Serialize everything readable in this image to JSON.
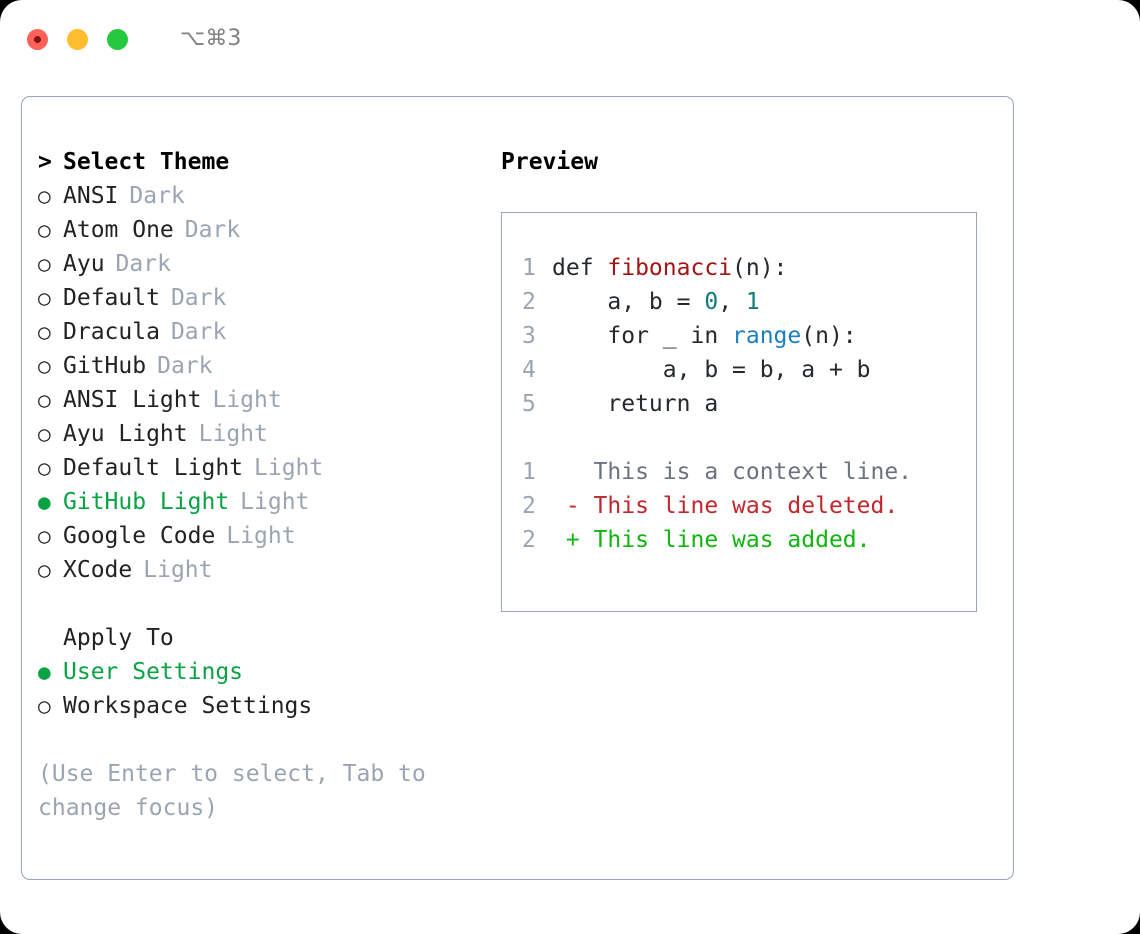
{
  "titlebar": {
    "shortcut": "⌥⌘3",
    "lights": [
      "close",
      "minimize",
      "maximize"
    ]
  },
  "theme_list": {
    "header": "Select Theme",
    "caret": ">",
    "marker_selected": "●",
    "marker_unselected": "○",
    "items": [
      {
        "label": "ANSI",
        "tag": "Dark",
        "selected": false
      },
      {
        "label": "Atom One",
        "tag": "Dark",
        "selected": false
      },
      {
        "label": "Ayu",
        "tag": "Dark",
        "selected": false
      },
      {
        "label": "Default",
        "tag": "Dark",
        "selected": false
      },
      {
        "label": "Dracula",
        "tag": "Dark",
        "selected": false
      },
      {
        "label": "GitHub",
        "tag": "Dark",
        "selected": false
      },
      {
        "label": "ANSI Light",
        "tag": "Light",
        "selected": false
      },
      {
        "label": "Ayu Light",
        "tag": "Light",
        "selected": false
      },
      {
        "label": "Default Light",
        "tag": "Light",
        "selected": false
      },
      {
        "label": "GitHub Light",
        "tag": "Light",
        "selected": true
      },
      {
        "label": "Google Code",
        "tag": "Light",
        "selected": false
      },
      {
        "label": "XCode",
        "tag": "Light",
        "selected": false
      }
    ]
  },
  "apply_to": {
    "header": "Apply To",
    "items": [
      {
        "label": "User Settings",
        "selected": true
      },
      {
        "label": "Workspace Settings",
        "selected": false
      }
    ]
  },
  "hint": "(Use Enter to select, Tab to change focus)",
  "preview": {
    "header": "Preview",
    "code": [
      {
        "num": "1",
        "parts": [
          {
            "t": "def ",
            "c": "plain"
          },
          {
            "t": "fibonacci",
            "c": "fn"
          },
          {
            "t": "(n):",
            "c": "plain"
          }
        ]
      },
      {
        "num": "2",
        "parts": [
          {
            "t": "    a, b = ",
            "c": "plain"
          },
          {
            "t": "0",
            "c": "num"
          },
          {
            "t": ", ",
            "c": "plain"
          },
          {
            "t": "1",
            "c": "num"
          }
        ]
      },
      {
        "num": "3",
        "parts": [
          {
            "t": "    for _ in ",
            "c": "plain"
          },
          {
            "t": "range",
            "c": "kw"
          },
          {
            "t": "(n):",
            "c": "plain"
          }
        ]
      },
      {
        "num": "4",
        "parts": [
          {
            "t": "        a, b = b, a + b",
            "c": "plain"
          }
        ]
      },
      {
        "num": "5",
        "parts": [
          {
            "t": "    return a",
            "c": "plain"
          }
        ]
      }
    ],
    "diff": [
      {
        "num": "1",
        "sign": " ",
        "text": "This is a context line.",
        "kind": "context"
      },
      {
        "num": "2",
        "sign": "-",
        "text": "This line was deleted.",
        "kind": "deleted"
      },
      {
        "num": "2",
        "sign": "+",
        "text": "This line was added.",
        "kind": "added"
      }
    ]
  },
  "colors": {
    "accent_green": "#0aa344",
    "muted_slate": "#9aa5b1",
    "diff_deleted": "#c1272d",
    "diff_added": "#10b510",
    "syntax_function": "#a31515",
    "syntax_number": "#0f7b7b",
    "syntax_keyword": "#1a7fc1",
    "light_red": "#ff6159",
    "light_yellow": "#ffbd2e",
    "light_green": "#26c83f"
  }
}
